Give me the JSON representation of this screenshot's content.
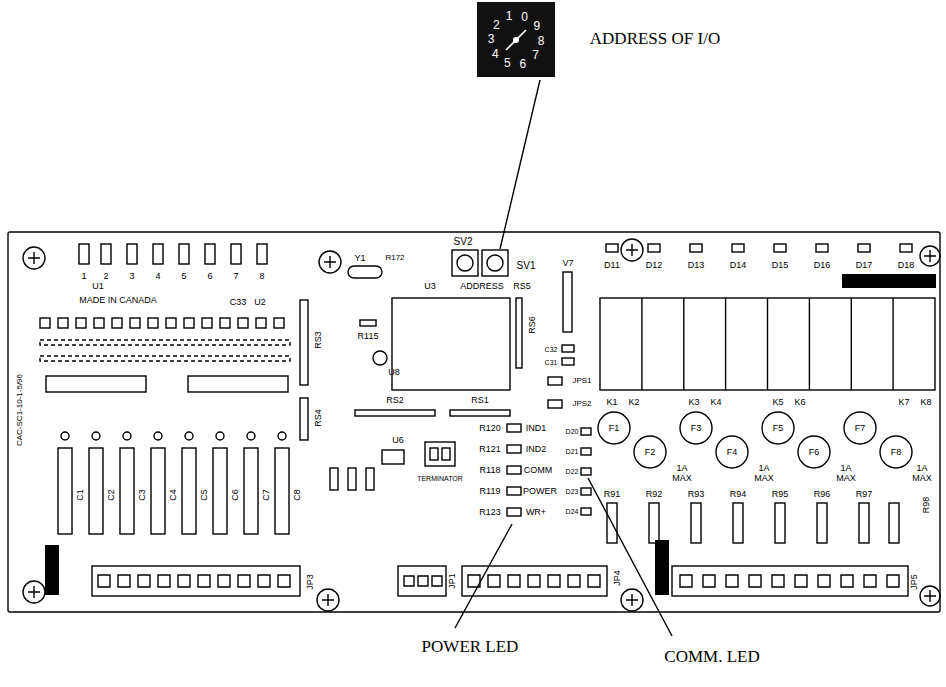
{
  "diagram": {
    "labels": [
      "ADDRESS OF I/O",
      "POWER LED",
      "COMM. LED",
      "0",
      "1",
      "2",
      "3",
      "4",
      "5",
      "6",
      "7",
      "8",
      "9",
      "SV2",
      "SV1",
      "ADDRESS",
      "U3",
      "RS5",
      "V7",
      "Y1",
      "R172",
      "R115",
      "U8",
      "RS3",
      "RS6",
      "RS4",
      "RS2",
      "RS1",
      "C32",
      "C31",
      "JPS1",
      "JPS2",
      "R120",
      "IND1",
      "R121",
      "IND2",
      "R118",
      "COMM",
      "R119",
      "POWER",
      "R123",
      "WR+",
      "D20",
      "D21",
      "D22",
      "D23",
      "D24",
      "D11",
      "D12",
      "D13",
      "D14",
      "D15",
      "D16",
      "D17",
      "D18",
      "K1",
      "K2",
      "K3",
      "K4",
      "K5",
      "K6",
      "K7",
      "K8",
      "F1",
      "F2",
      "F3",
      "F4",
      "F5",
      "F6",
      "F7",
      "F8",
      "1A MAX",
      "1A MAX",
      "1A MAX",
      "1A MAX",
      "R91",
      "R92",
      "R93",
      "R94",
      "R95",
      "R96",
      "R97",
      "R98",
      "JP1",
      "JP3",
      "JP4",
      "JP5",
      "TERMINATOR",
      "U6",
      "MADE IN CANADA",
      "CAC-SC1-10-1-5/96",
      "U1",
      "C33",
      "U2",
      "1",
      "2",
      "3",
      "4",
      "5",
      "6",
      "7",
      "8",
      "C1",
      "C2",
      "C3",
      "C4",
      "C5",
      "C6",
      "C7",
      "C8"
    ]
  }
}
